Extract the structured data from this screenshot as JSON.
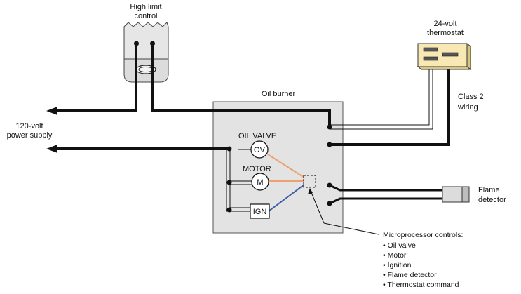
{
  "labels": {
    "high_limit": [
      "High limit",
      "control"
    ],
    "thermostat": [
      "24-volt",
      "thermostat"
    ],
    "power_supply": [
      "120-volt",
      "power supply"
    ],
    "class2": [
      "Class 2",
      "wiring"
    ],
    "oil_burner": "Oil burner",
    "oil_valve": "OIL VALVE",
    "motor": "MOTOR",
    "flame_detector": [
      "Flame",
      "detector"
    ],
    "ov": "OV",
    "m": "M",
    "ign": "IGN"
  },
  "micro_controls": {
    "title": "Microprocessor controls:",
    "items": [
      "• Oil valve",
      "• Motor",
      "• Ignition",
      "• Flame detector",
      "• Thermostat command"
    ]
  },
  "colors": {
    "wire": "#111111",
    "burner_fill": "#e3e3e3",
    "thermostat_fill": "#f7e8b4",
    "high_limit_fill": "#e6e6e6",
    "orange_wire": "#f0a070",
    "blue_wire": "#3b5cab"
  }
}
